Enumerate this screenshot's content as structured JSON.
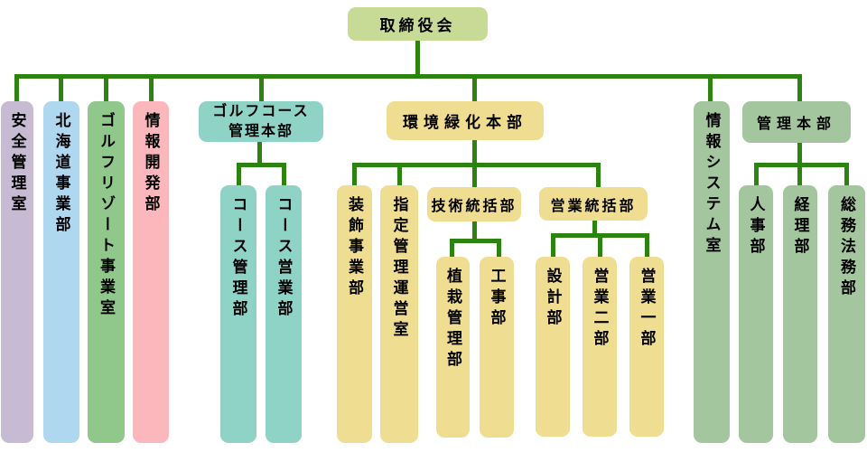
{
  "colors": {
    "line": "#2c830f",
    "board": "#c7db97",
    "lavender": "#c6bbd3",
    "blue": "#afd7f0",
    "green": "#90c88c",
    "pink": "#fbb7bc",
    "teal": "#8fd3c7",
    "yellow": "#efdd92",
    "sage": "#a3c69f",
    "text": "#000000"
  },
  "org": {
    "root": {
      "label": "取締役会"
    },
    "branches": [
      {
        "label": "安全管理室"
      },
      {
        "label": "北海道事業部"
      },
      {
        "label": "ゴルフリゾート事業室"
      },
      {
        "label": "情報開発部"
      },
      {
        "label": "ゴルフコース管理本部",
        "label_lines": [
          "ゴルフコース",
          "管理本部"
        ],
        "children": [
          {
            "label": "コース管理部"
          },
          {
            "label": "コース営業部"
          }
        ]
      },
      {
        "label": "環境緑化本部",
        "children": [
          {
            "label": "装飾事業部"
          },
          {
            "label": "指定管理運営室"
          },
          {
            "label": "技術統括部",
            "children": [
              {
                "label": "植栽管理部"
              },
              {
                "label": "工事部"
              }
            ]
          },
          {
            "label": "営業統括部",
            "children": [
              {
                "label": "設計部"
              },
              {
                "label": "営業二部"
              },
              {
                "label": "営業一部"
              }
            ]
          }
        ]
      },
      {
        "label": "情報システム室"
      },
      {
        "label": "管理本部",
        "children": [
          {
            "label": "人事部"
          },
          {
            "label": "経理部"
          },
          {
            "label": "総務法務部"
          }
        ]
      }
    ]
  }
}
